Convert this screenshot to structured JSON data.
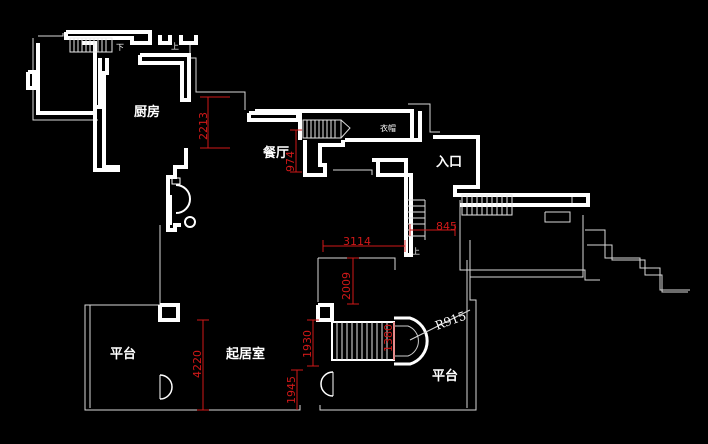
{
  "rooms": {
    "kitchen": "厨房",
    "dining": "餐厅",
    "entrance": "入口",
    "living": "起居室",
    "terrace_left": "平台",
    "terrace_right": "平台"
  },
  "tags": {
    "down": "下",
    "up_top": "上",
    "up_mid": "上",
    "wardrobe": "衣帽"
  },
  "dimensions": {
    "d2213": "2213",
    "d974": "974",
    "d3114": "3114",
    "d2009": "2009",
    "d845": "845",
    "d4220": "4220",
    "d1930": "1930",
    "d1380": "1380",
    "d1945": "1945",
    "radius": "R915"
  },
  "colors": {
    "background": "#000000",
    "walls": "#ffffff",
    "dimensions": "#d01818"
  }
}
